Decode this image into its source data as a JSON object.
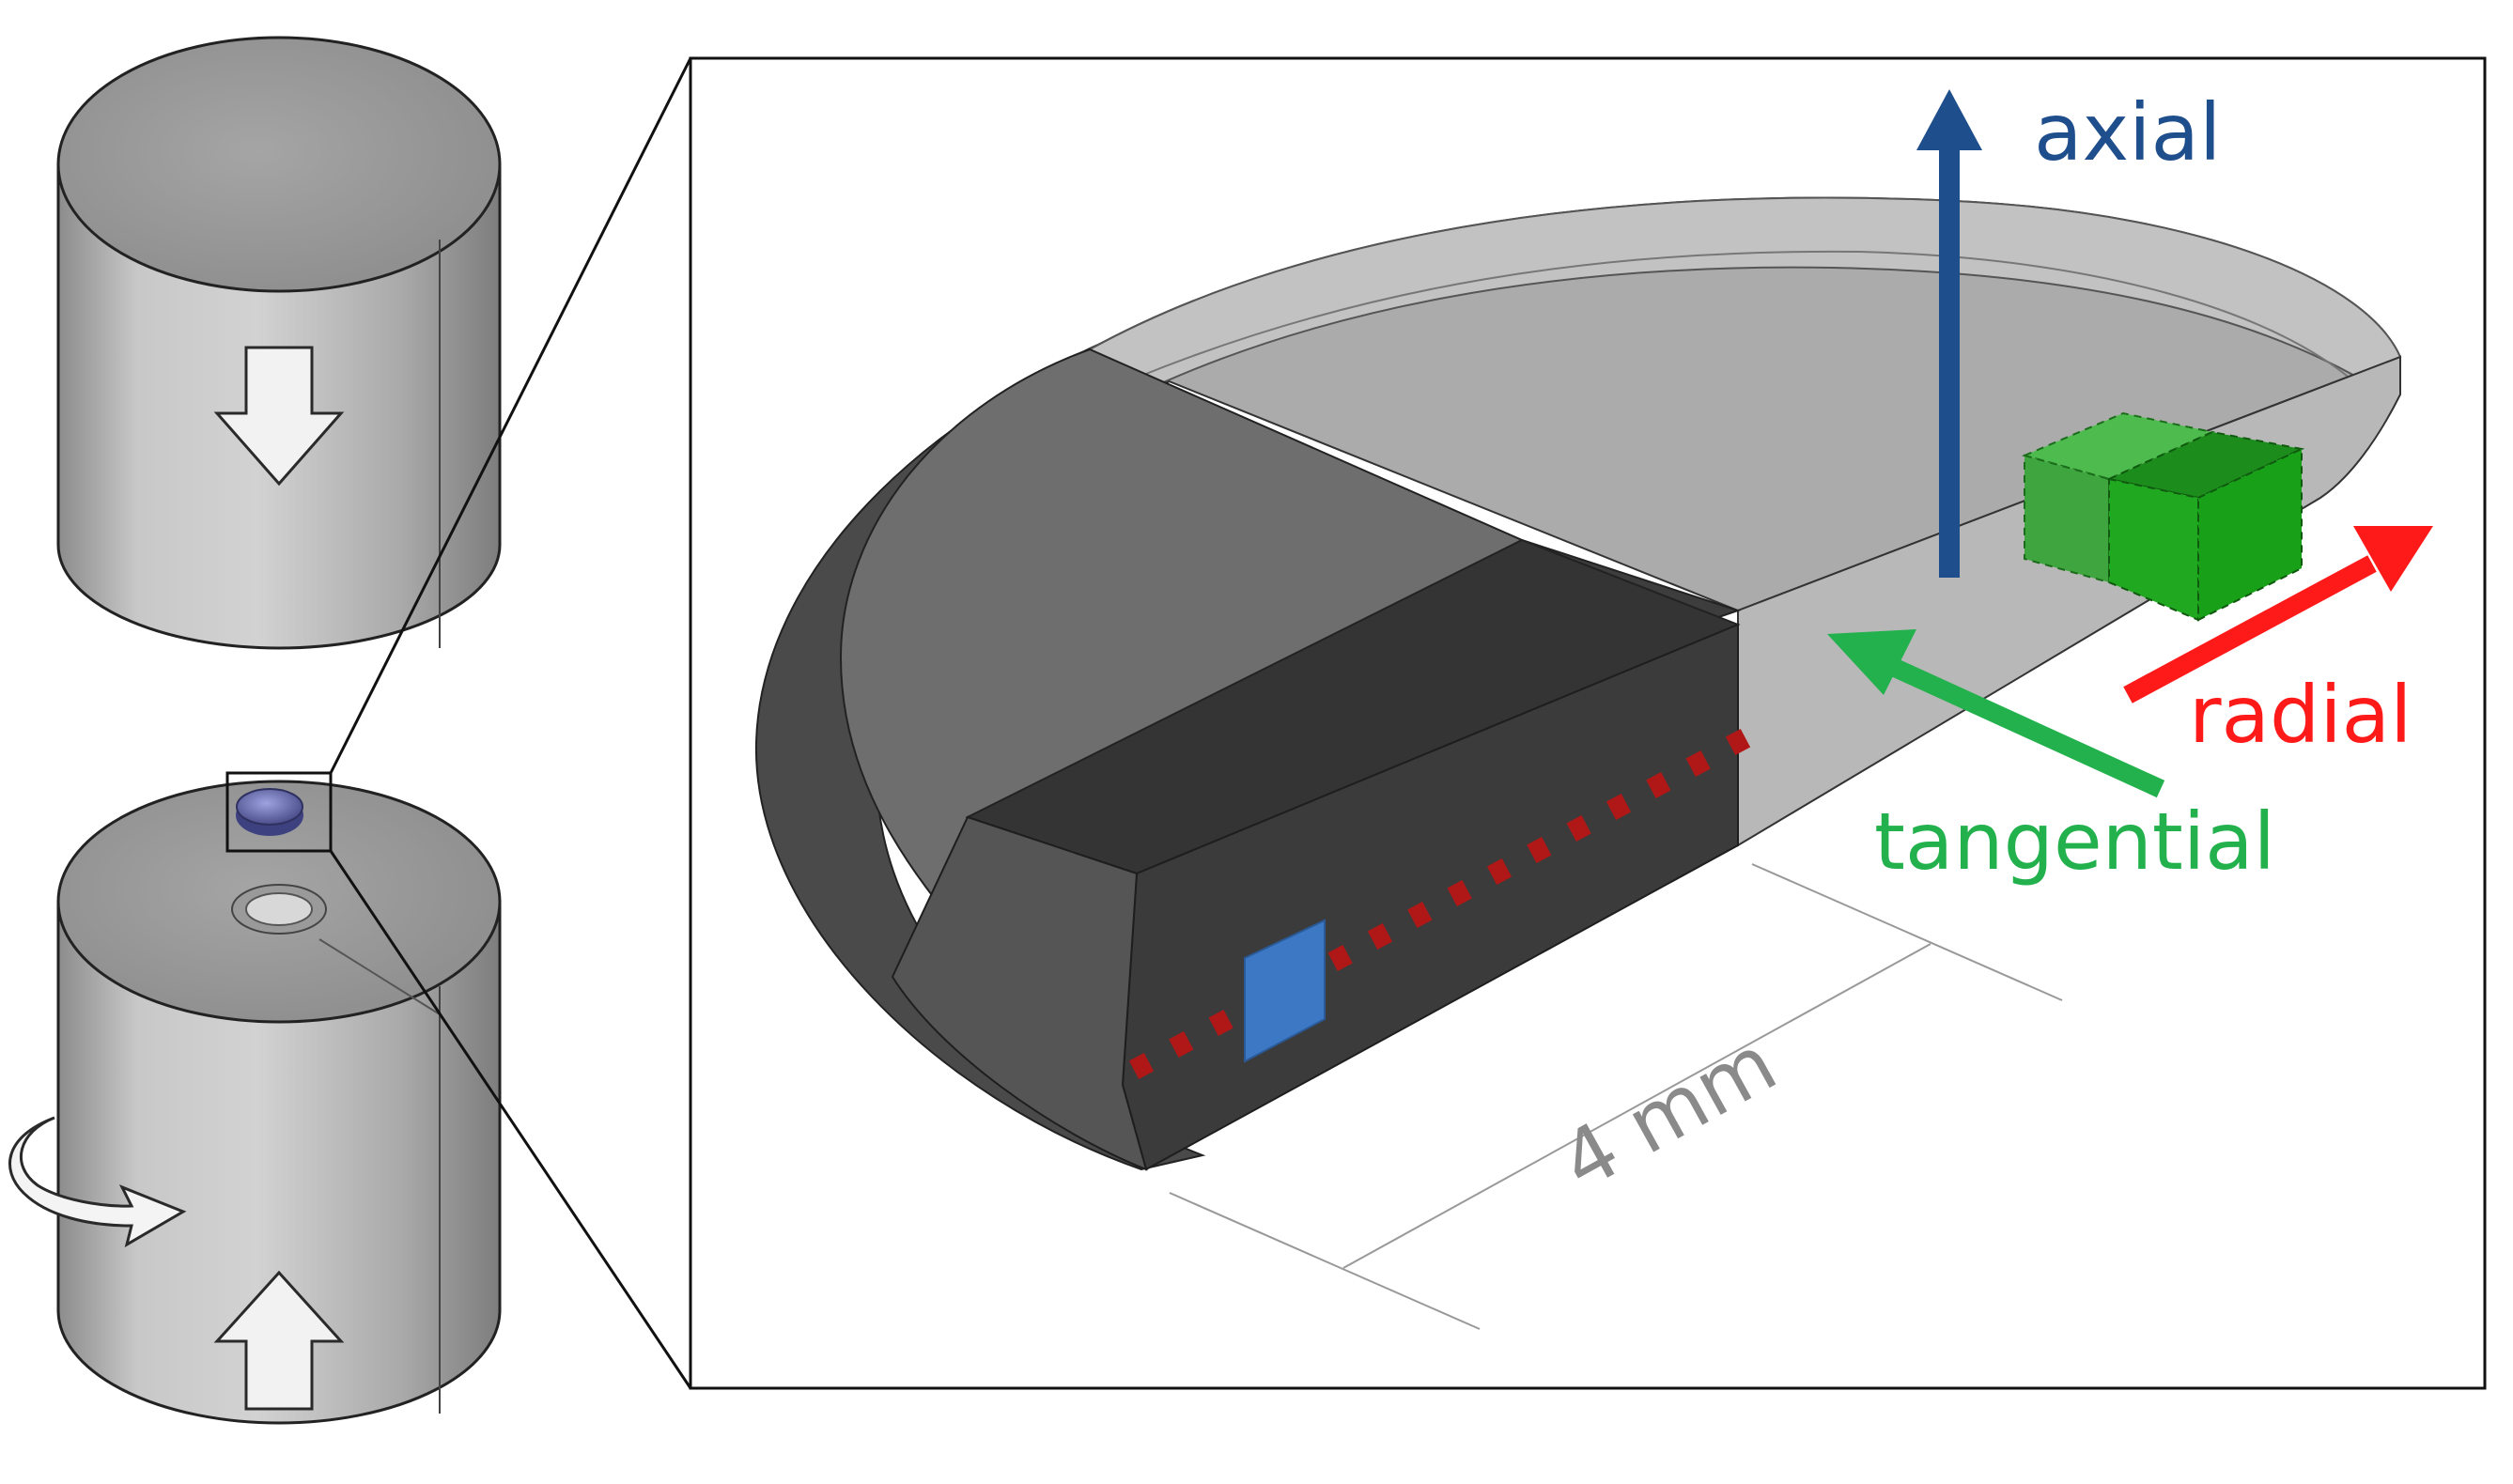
{
  "labels": {
    "axial": "axial",
    "radial": "radial",
    "tangential": "tangential",
    "dimension": "4 mm"
  },
  "colors": {
    "axial": "#1f4e8c",
    "radial": "#ff1a1a",
    "tangential": "#22b14c",
    "dimension_text": "#8a8a8a",
    "cylinder": "#b9b9b9",
    "specimen_top": "#8f8f8f",
    "dark_region": "#3a3a3a",
    "sample_cube": "#22a822",
    "blue_patch": "#3c78c3",
    "red_dots": "#b01818",
    "pin": "#6c6fb0"
  },
  "icons": {
    "top_cylinder_arrow": "down-arrow-icon",
    "bottom_cylinder_arrow": "up-arrow-icon",
    "rotation_arrow": "rotation-arrow-icon"
  }
}
